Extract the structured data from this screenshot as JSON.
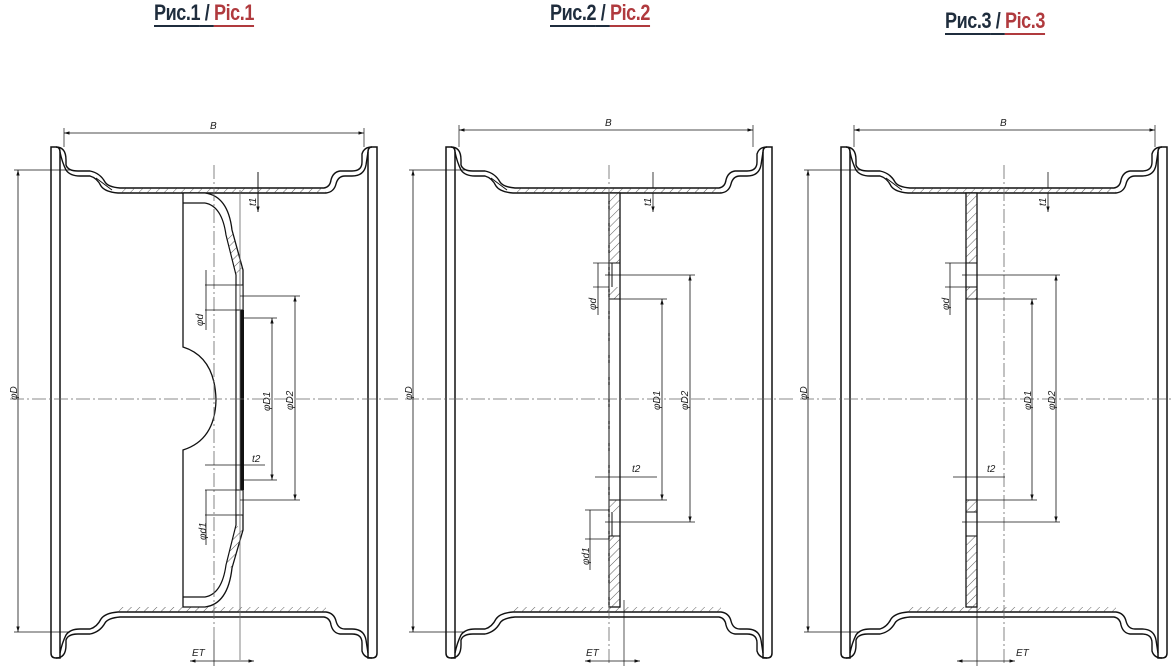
{
  "figures": [
    {
      "id": "fig1",
      "title_ru": "Рис.1",
      "separator": " / ",
      "title_en": "Pic.1",
      "description": "Wheel rim cross-section with dished (offset) disc and center bore cutout",
      "labels": {
        "B": "B",
        "D": "φD",
        "t1": "t1",
        "t2": "t2",
        "d": "φd",
        "d1": "φd1",
        "D1": "φD1",
        "D2": "φD2",
        "ET": "ET"
      }
    },
    {
      "id": "fig2",
      "title_ru": "Рис.2",
      "separator": " / ",
      "title_en": "Pic.2",
      "description": "Wheel rim cross-section with flat disc, countersunk bolt holes",
      "labels": {
        "B": "B",
        "D": "φD",
        "t1": "t1",
        "t2": "t2",
        "d": "φd",
        "d1": "φd1",
        "D1": "φD1",
        "D2": "φD2",
        "ET": "ET"
      }
    },
    {
      "id": "fig3",
      "title_ru": "Рис.3",
      "separator": " / ",
      "title_en": "Pic.3",
      "description": "Wheel rim cross-section with flat disc, straight bolt holes",
      "labels": {
        "B": "B",
        "D": "φD",
        "t1": "t1",
        "t2": "t2",
        "d": "φd",
        "D1": "φD1",
        "D2": "φD2",
        "ET": "ET"
      }
    }
  ],
  "colors": {
    "title_ru": "#1f2d3d",
    "title_en": "#b03a3e",
    "line": "#111111"
  }
}
